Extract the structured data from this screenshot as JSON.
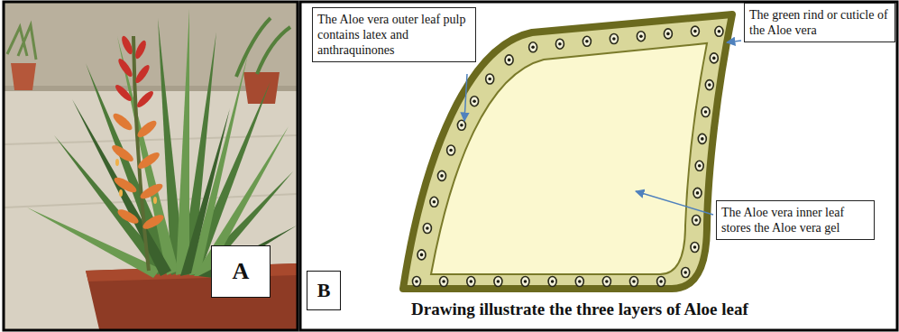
{
  "diagram": {
    "caption": "Drawing illustrate the three layers of Aloe leaf",
    "nodes": [
      {
        "text": [
          "A"
        ]
      },
      {
        "text": [
          "B"
        ]
      },
      {
        "text": [
          "The Aloe vera outer leaf pulp contains latex and anthraquinones"
        ]
      },
      {
        "text": [
          "The green rind or cuticle of the Aloe vera"
        ]
      },
      {
        "text": [
          "The Aloe vera inner leaf stores the Aloe vera gel"
        ]
      }
    ]
  }
}
